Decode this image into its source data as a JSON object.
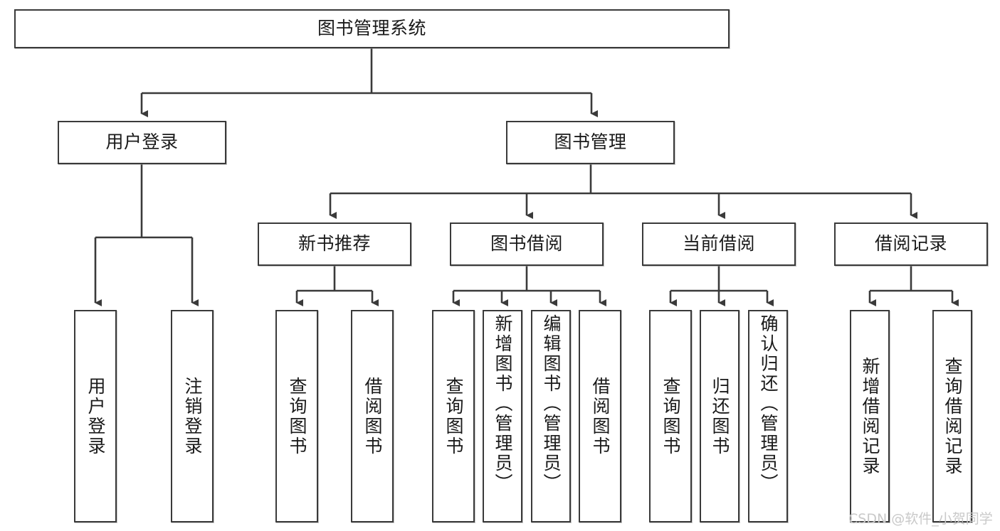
{
  "diagram": {
    "title": "图书管理系统",
    "type": "tree-hierarchy",
    "nodes": {
      "root": {
        "label": "图书管理系统"
      },
      "level2": [
        {
          "id": "user-login",
          "label": "用户登录"
        },
        {
          "id": "book-manage",
          "label": "图书管理"
        }
      ],
      "level3": [
        {
          "id": "new-book-rec",
          "label": "新书推荐"
        },
        {
          "id": "book-borrow",
          "label": "图书借阅"
        },
        {
          "id": "current-borrow",
          "label": "当前借阅"
        },
        {
          "id": "borrow-record",
          "label": "借阅记录"
        }
      ],
      "leaves": {
        "user_login": [
          {
            "id": "leaf-user-login",
            "label": "用户登录"
          },
          {
            "id": "leaf-logout",
            "label": "注销登录"
          }
        ],
        "new_book_rec": [
          {
            "id": "leaf-query-book-1",
            "label": "查询图书"
          },
          {
            "id": "leaf-borrow-book-1",
            "label": "借阅图书"
          }
        ],
        "book_borrow": [
          {
            "id": "leaf-query-book-2",
            "label": "查询图书"
          },
          {
            "id": "leaf-add-book",
            "label": "新增图书（管理员）"
          },
          {
            "id": "leaf-edit-book",
            "label": "编辑图书（管理员）"
          },
          {
            "id": "leaf-borrow-book-2",
            "label": "借阅图书"
          }
        ],
        "current_borrow": [
          {
            "id": "leaf-query-book-3",
            "label": "查询图书"
          },
          {
            "id": "leaf-return-book",
            "label": "归还图书"
          },
          {
            "id": "leaf-confirm-return",
            "label": "确认归还（管理员）"
          }
        ],
        "borrow_record": [
          {
            "id": "leaf-add-record",
            "label": "新增借阅记录"
          },
          {
            "id": "leaf-query-record",
            "label": "查询借阅记录"
          }
        ]
      }
    },
    "colors": {
      "border": "#3a3a3a",
      "background": "#ffffff",
      "text": "#1a1a1a",
      "connector": "#3a3a3a",
      "watermark": "#c9c9c9"
    }
  },
  "watermark": {
    "text": "CSDN @软件_小贺同学"
  }
}
